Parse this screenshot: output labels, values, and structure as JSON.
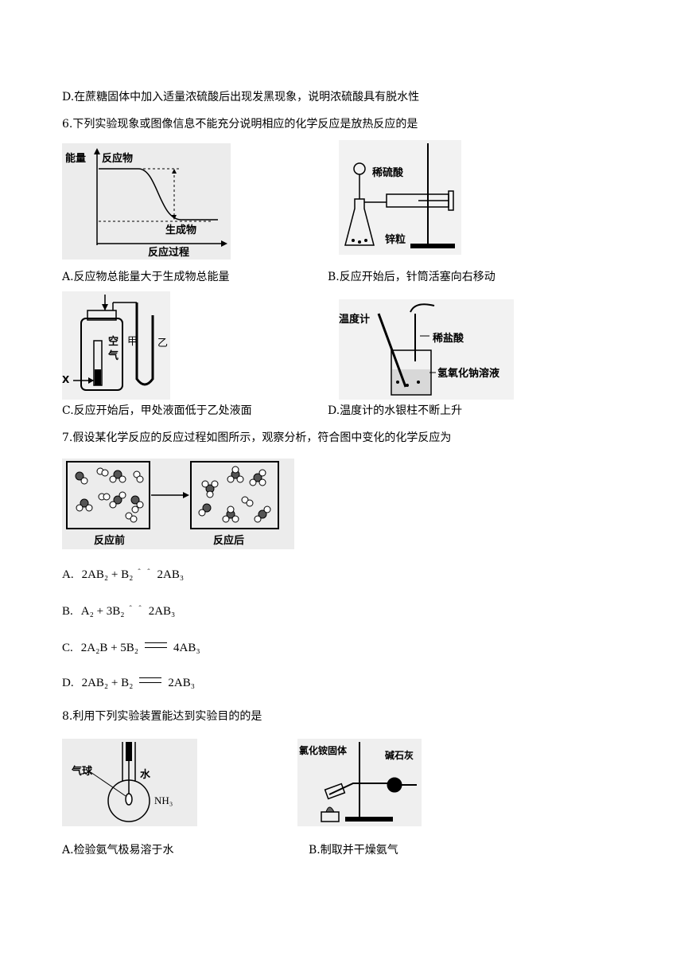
{
  "lines": {
    "q5d": "D.在蔗糖固体中加入适量浓硫酸后出现发黑现象，说明浓硫酸具有脱水性",
    "q6": "6.下列实验现象或图像信息不能充分说明相应的化学反应是放热反应的是",
    "q6A": "A.反应物总能量大于生成物总能量",
    "q6B": "B.反应开始后，针筒活塞向右移动",
    "q6C": "C.反应开始后，甲处液面低于乙处液面",
    "q6D": "D.温度计的水银柱不断上升",
    "q7": "7.假设某化学反应的反应过程如图所示，观察分析，符合图中变化的化学反应为",
    "q8": "8.利用下列实验装置能达到实验目的的是",
    "q8A": "A.检验氨气极易溶于水",
    "q8B": "B.制取并干燥氨气"
  },
  "fig6a": {
    "ylabel": "能量",
    "reactant": "反应物",
    "product": "生成物",
    "xlabel": "反应过程"
  },
  "fig6b": {
    "acid": "稀硫酸",
    "zinc": "锌粒"
  },
  "fig6c": {
    "air1": "空",
    "air2": "气",
    "jia": "甲",
    "yi": "乙",
    "x": "X"
  },
  "fig6d": {
    "thermo": "温度计",
    "acid": "稀盐酸",
    "naoh": "氢氧化钠溶液"
  },
  "fig7": {
    "before": "反应前",
    "after": "反应后"
  },
  "fig8a": {
    "balloon": "气球",
    "water": "水",
    "nh3": "NH₃"
  },
  "fig8b": {
    "solid": "氯化铵固体",
    "lime": "碱石灰"
  },
  "options7": {
    "A": {
      "label": "A.",
      "lhs": "2AB₂ + B₂",
      "mark": "ˆ ˆ",
      "rhs": "2AB₃"
    },
    "B": {
      "label": "B.",
      "lhs": "A₂ + 3B₂",
      "mark": "ˆ ˆ",
      "rhs": "2AB₃"
    },
    "C": {
      "label": "C.",
      "lhs": "2A₂B + 5B₂",
      "rhs": "4AB₃"
    },
    "D": {
      "label": "D.",
      "lhs": "2AB₂ + B₂",
      "rhs": "2AB₃"
    }
  }
}
